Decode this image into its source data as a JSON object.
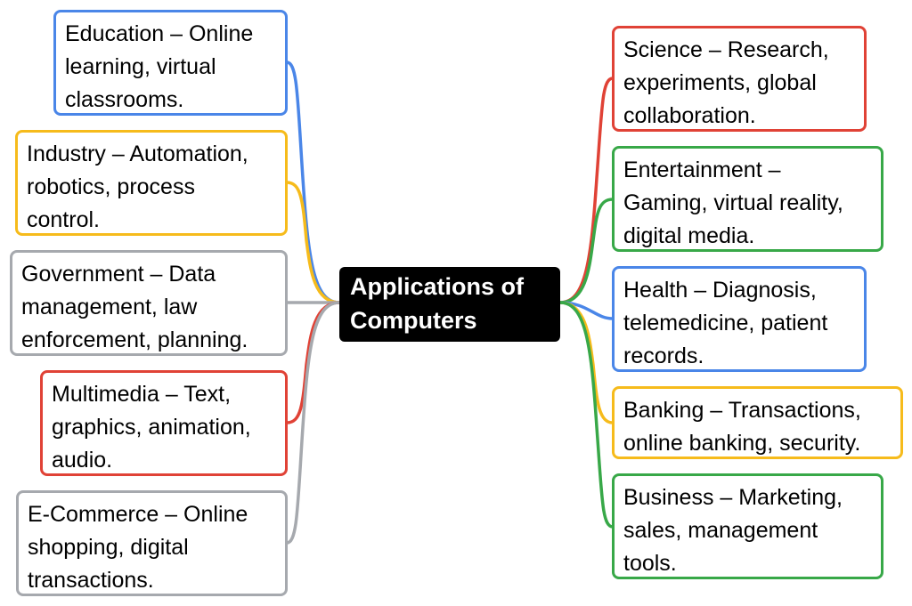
{
  "center": {
    "label": "Applications of\nComputers"
  },
  "branches": {
    "left": [
      {
        "id": "education",
        "label": "Education – Online\nlearning, virtual\nclassrooms.",
        "color": "#4a86e8"
      },
      {
        "id": "industry",
        "label": "Industry – Automation,\nrobotics, process\ncontrol.",
        "color": "#f6bb1b"
      },
      {
        "id": "government",
        "label": "Government – Data\nmanagement, law\nenforcement, planning.",
        "color": "#a6a9ae"
      },
      {
        "id": "multimedia",
        "label": "Multimedia – Text,\ngraphics, animation,\naudio.",
        "color": "#e04236"
      },
      {
        "id": "ecommerce",
        "label": "E-Commerce – Online\nshopping, digital\ntransactions.",
        "color": "#a6a9ae"
      }
    ],
    "right": [
      {
        "id": "science",
        "label": "Science – Research,\nexperiments, global\ncollaboration.",
        "color": "#e04236"
      },
      {
        "id": "entertainment",
        "label": "Entertainment –\nGaming, virtual reality,\ndigital media.",
        "color": "#38a848"
      },
      {
        "id": "health",
        "label": "Health – Diagnosis,\ntelemedicine, patient\nrecords.",
        "color": "#4a86e8"
      },
      {
        "id": "banking",
        "label": "Banking – Transactions,\nonline banking, security.",
        "color": "#f6bb1b"
      },
      {
        "id": "business",
        "label": "Business – Marketing,\nsales, management\ntools.",
        "color": "#38a848"
      }
    ]
  }
}
